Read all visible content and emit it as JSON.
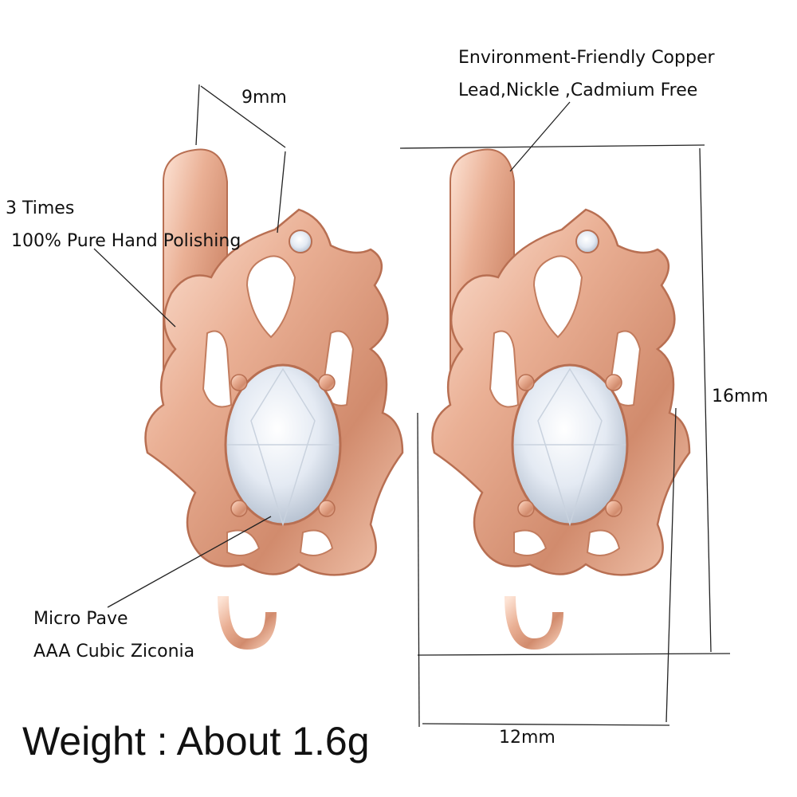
{
  "dimensions": {
    "width": "9mm",
    "height": "16mm",
    "length": "12mm"
  },
  "callouts": {
    "material_line1": "Environment-Friendly Copper",
    "material_line2": "Lead,Nickle ,Cadmium Free",
    "polish_line1": "3 Times",
    "polish_line2": "100% Pure Hand Polishing",
    "stone_line1": "Micro Pave",
    "stone_line2": "AAA Cubic Ziconia"
  },
  "weight": "Weight : About 1.6g",
  "colors": {
    "rose_gold": "#e8a98a",
    "rose_gold_dark": "#b86f52",
    "rose_gold_light": "#fbe1d2",
    "stone": "#eef2f8"
  }
}
